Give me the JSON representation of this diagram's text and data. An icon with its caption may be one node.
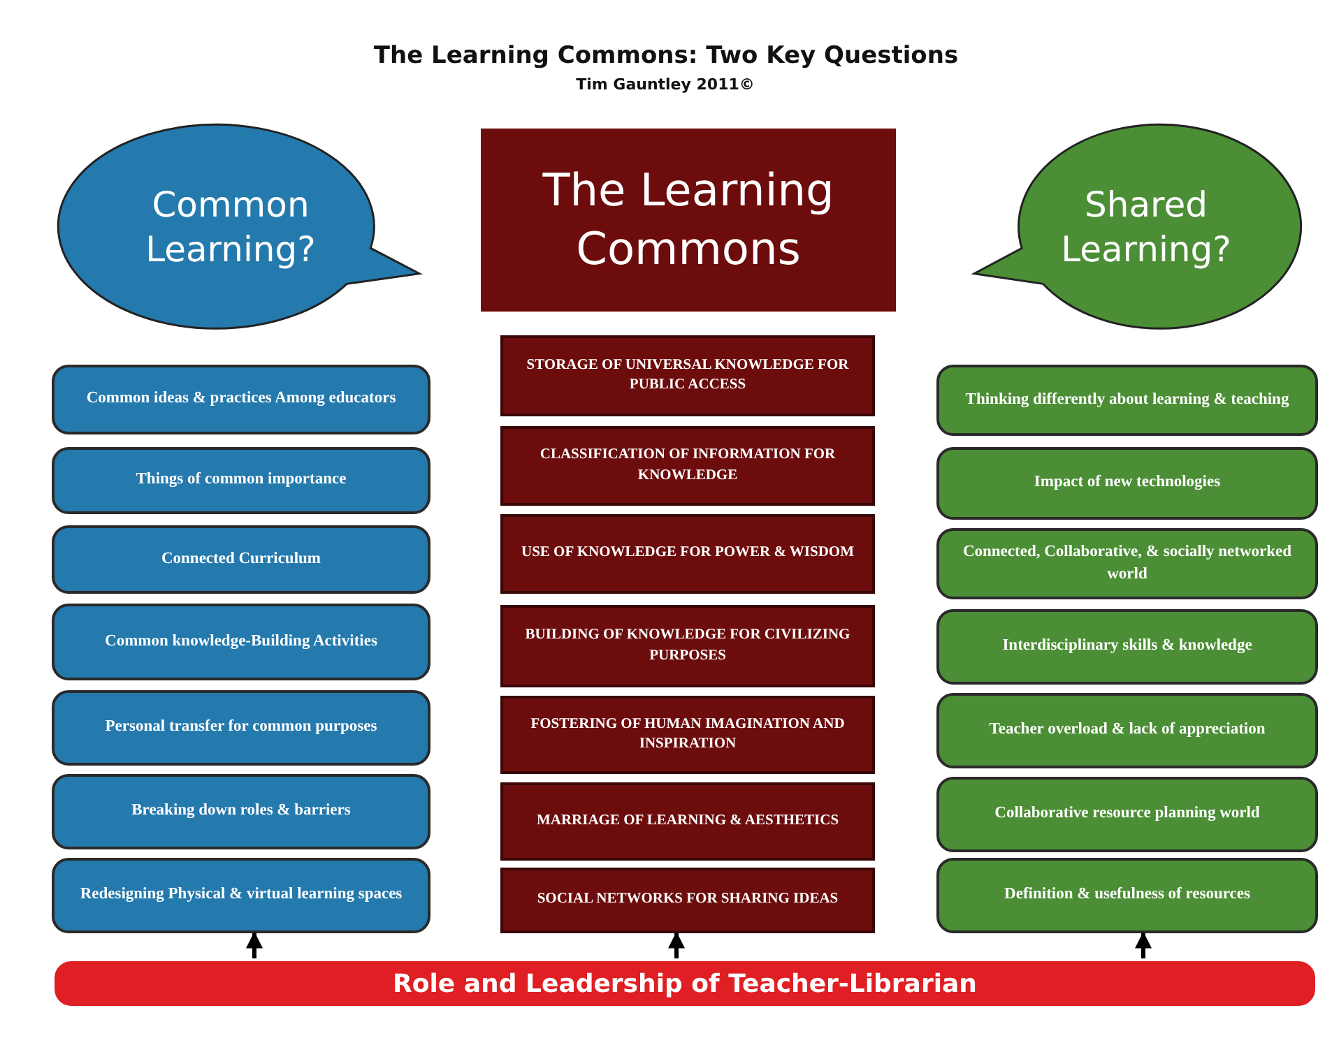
{
  "diagram": {
    "title": "The Learning Commons: Two Key Questions",
    "caption": "Tim Gauntley 2011©",
    "nodes": [
      {
        "text": [
          "Common Learning?"
        ]
      },
      {
        "text": [
          "The Learning Commons"
        ]
      },
      {
        "text": [
          "Shared Learning?"
        ]
      },
      {
        "text": [
          "Common ideas & practices Among educators"
        ]
      },
      {
        "text": [
          "Things of common importance"
        ]
      },
      {
        "text": [
          "Connected Curriculum"
        ]
      },
      {
        "text": [
          "Common knowledge-Building Activities"
        ]
      },
      {
        "text": [
          "Personal transfer for common purposes"
        ]
      },
      {
        "text": [
          "Breaking down roles & barriers"
        ]
      },
      {
        "text": [
          "Redesigning Physical & virtual learning spaces"
        ]
      },
      {
        "text": [
          "STORAGE OF UNIVERSAL KNOWLEDGE FOR PUBLIC ACCESS"
        ]
      },
      {
        "text": [
          "CLASSIFICATION OF INFORMATION FOR KNOWLEDGE"
        ]
      },
      {
        "text": [
          "USE OF KNOWLEDGE FOR POWER & WISDOM"
        ]
      },
      {
        "text": [
          "BUILDING OF KNOWLEDGE FOR CIVILIZING PURPOSES"
        ]
      },
      {
        "text": [
          "FOSTERING OF HUMAN IMAGINATION AND INSPIRATION"
        ]
      },
      {
        "text": [
          "MARRIAGE OF LEARNING & AESTHETICS"
        ]
      },
      {
        "text": [
          "SOCIAL NETWORKS FOR SHARING IDEAS"
        ]
      },
      {
        "text": [
          "Thinking differently about learning & teaching"
        ]
      },
      {
        "text": [
          "Impact of new technologies"
        ]
      },
      {
        "text": [
          "Connected, Collaborative, & socially networked world"
        ]
      },
      {
        "text": [
          "Interdisciplinary skills & knowledge"
        ]
      },
      {
        "text": [
          "Teacher overload & lack of appreciation"
        ]
      },
      {
        "text": [
          "Collaborative resource planning world"
        ]
      },
      {
        "text": [
          "Definition & usefulness of resources"
        ]
      },
      {
        "text": [
          "Role and Leadership of Teacher-Librarian"
        ]
      }
    ],
    "edges": [
      {
        "from": 24,
        "to": 9,
        "arrow": "to"
      },
      {
        "from": 24,
        "to": 16,
        "arrow": "to"
      },
      {
        "from": 24,
        "to": 23,
        "arrow": "to"
      }
    ]
  }
}
